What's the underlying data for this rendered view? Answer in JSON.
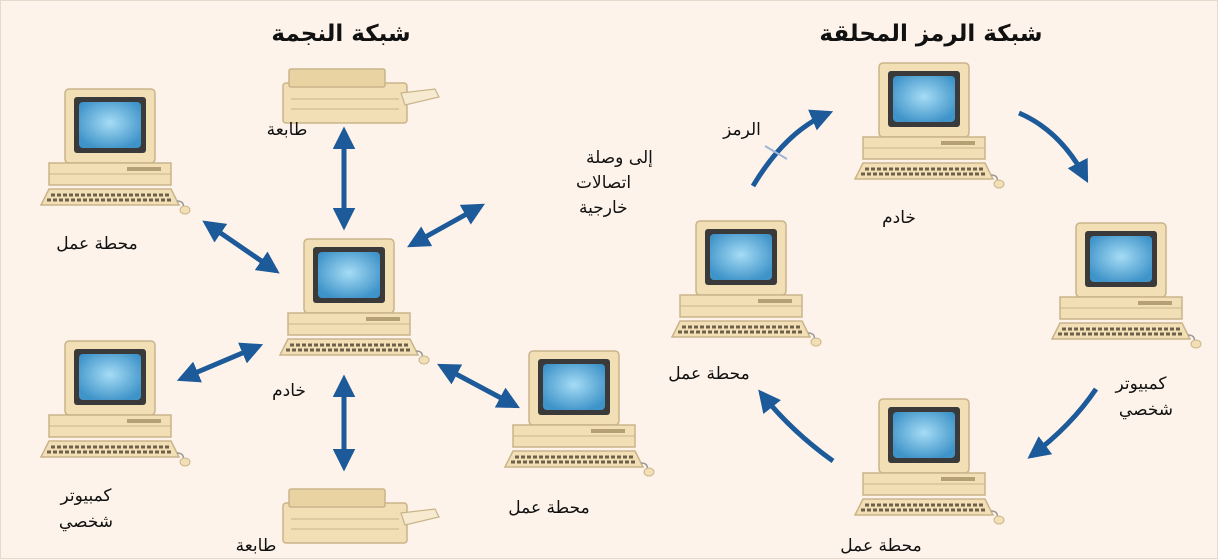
{
  "star": {
    "title": "شبكة النجمة",
    "server": "خادم",
    "printer_top": "طابعة",
    "printer_bottom": "طابعة",
    "workstation_left": "محطة عمل",
    "workstation_right": "محطة عمل",
    "pc_line1": "كمبيوتر",
    "pc_line2": "شخصي",
    "external_line1": "إلى وصلة",
    "external_line2": "اتصالات",
    "external_line3": "خارجية"
  },
  "ring": {
    "title": "شبكة الرمز المحلقة",
    "server": "خادم",
    "token": "الرمز",
    "workstation_left": "محطة عمل",
    "workstation_bottom": "محطة عمل",
    "pc_line1": "كمبيوتر",
    "pc_line2": "شخصي"
  },
  "colors": {
    "background": "#fdf3ea",
    "arrow": "#1c5a9a",
    "computer_beige": "#f2dfb6",
    "screen": "#6fb9e3"
  }
}
